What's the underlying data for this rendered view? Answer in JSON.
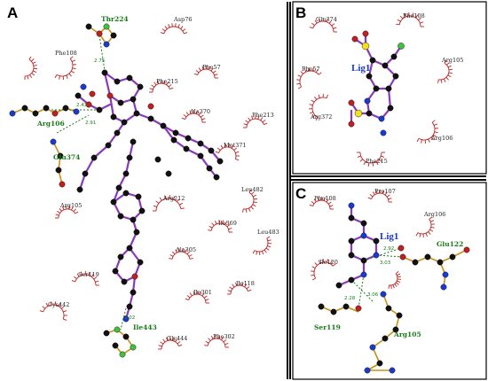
{
  "panels": [
    {
      "letter": "A",
      "hbond_residues": [
        "Thr224",
        "Arg106",
        "Glu374",
        "Ile443"
      ],
      "residues": [
        "Asp76",
        "Phe108",
        "Phe57",
        "Phe215",
        "Ala370",
        "Phe213",
        "Met371",
        "Leu482",
        "Arg212",
        "Ile369",
        "Leu483",
        "Arg105",
        "Ala305",
        "Ser119",
        "Ile301",
        "Ile118",
        "Cys442",
        "Gly444",
        "Phe302"
      ],
      "distances": [
        "2.75",
        "2.43",
        "2.91",
        "3.02"
      ]
    },
    {
      "letter": "B",
      "ligand": "Lig1",
      "residues": [
        "Glu374",
        "Phe108",
        "Arg105",
        "Phe57",
        "Arg372",
        "Arg106",
        "Phe215"
      ]
    },
    {
      "letter": "C",
      "ligand": "Lig1",
      "hbond_residues": [
        "Glu122",
        "Ser119",
        "Arg105"
      ],
      "residues": [
        "Phe108",
        "Pro107",
        "Arg106",
        "Ile120"
      ],
      "distances": [
        "2.92",
        "3.03",
        "3.06",
        "2.28"
      ]
    }
  ],
  "colors": {
    "hbond": "#1a7a1a",
    "ligand_bond": "#8a3ab8",
    "residue_bond": "#c8901a",
    "hydrophobic": "#c02020",
    "carbon": "#111111",
    "oxygen": "#c02020",
    "nitrogen": "#1a3ad0",
    "sulfur": "#f0e020",
    "halogen": "#40c040"
  }
}
